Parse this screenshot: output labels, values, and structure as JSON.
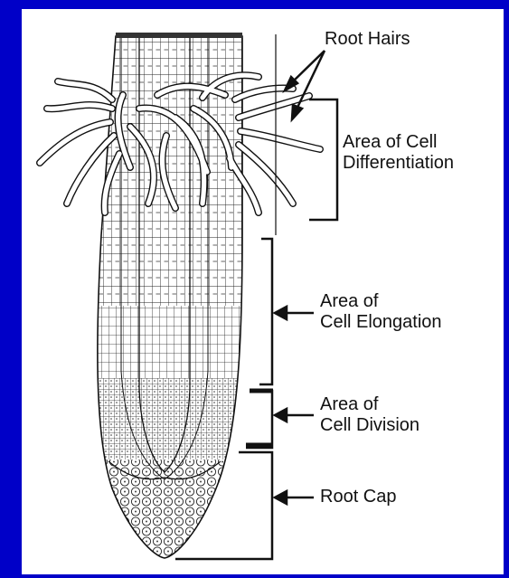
{
  "labels": {
    "root_hairs": "Root Hairs",
    "differentiation": [
      "Area of Cell",
      "Differentiation"
    ],
    "elongation": [
      "Area of",
      "Cell Elongation"
    ],
    "division": [
      "Area of",
      "Cell Division"
    ],
    "root_cap": "Root Cap"
  },
  "colors": {
    "border": "#0000c8",
    "background": "#ffffff",
    "ink": "#111111"
  }
}
